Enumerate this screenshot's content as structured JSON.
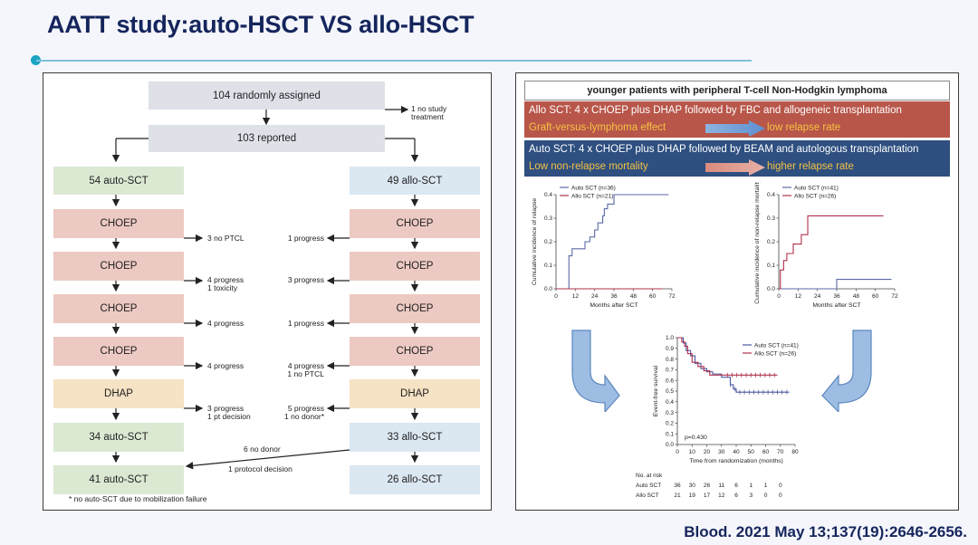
{
  "header": {
    "title": "AATT study:auto-HSCT VS allo-HSCT"
  },
  "citation": "Blood. 2021 May 13;137(19):2646-2656.",
  "flow": {
    "randomized": "104 randomly assigned",
    "no_treatment": [
      "1 no study",
      "treatment"
    ],
    "reported": "103 reported",
    "auto_arm": "54 auto-SCT",
    "allo_arm": "49 allo-SCT",
    "steps": [
      "CHOEP",
      "CHOEP",
      "CHOEP",
      "CHOEP",
      "DHAP"
    ],
    "auto_notes": [
      [
        "3 no PTCL"
      ],
      [
        "4 progress",
        "1 toxicity"
      ],
      [
        "4 progress"
      ],
      [
        "4 progress"
      ],
      [
        "3 progress",
        "1 pt decision"
      ]
    ],
    "allo_notes": [
      [
        "1 progress"
      ],
      [
        "3 progress"
      ],
      [
        "1 progress"
      ],
      [
        "4 progress",
        "1 no PTCL"
      ],
      [
        "5 progress",
        "1 no donor*"
      ]
    ],
    "auto_sct": "34 auto-SCT",
    "allo_sct": "33 allo-SCT",
    "crossover": [
      "6 no donor",
      "1 protocol decision"
    ],
    "auto_final": "41 auto-SCT",
    "allo_final": "26 allo-SCT",
    "footnote": "* no auto-SCT due to mobilization failure"
  },
  "summary": {
    "heading": "younger patients with peripheral T-cell Non-Hodgkin lymphoma",
    "allo_line": "Allo SCT: 4 x CHOEP plus DHAP followed by FBC and allogeneic transplantation",
    "allo_effect": "Graft-versus-lymphoma effect",
    "allo_result": "low relapse rate",
    "auto_line": "Auto SCT: 4 x CHOEP plus DHAP followed by BEAM and autologous transplantation",
    "auto_effect": "Low non-relapse mortality",
    "auto_result": "higher relapse rate",
    "colors": {
      "allo_band": "#b8564a",
      "auto_band": "#2e4f80",
      "highlight": "#f5c242"
    }
  },
  "chart_data": [
    {
      "type": "line",
      "ylabel": "Cumulative incidence of relapse",
      "xlabel": "Months after SCT",
      "xlim": [
        0,
        72
      ],
      "ylim": [
        0,
        0.4
      ],
      "xticks": [
        "0",
        "12",
        "24",
        "36",
        "48",
        "60",
        "72"
      ],
      "yticks": [
        "0.0",
        "0.1",
        "0.2",
        "0.3",
        "0.4"
      ],
      "series": [
        {
          "name": "Auto SCT (n=36)",
          "color": "#5b6aa8",
          "x": [
            0,
            7,
            8,
            10,
            14,
            18,
            21,
            24,
            26,
            29,
            30,
            32,
            36,
            48,
            60,
            70
          ],
          "y": [
            0,
            0,
            0.14,
            0.17,
            0.17,
            0.2,
            0.22,
            0.25,
            0.28,
            0.31,
            0.34,
            0.36,
            0.4,
            0.4,
            0.4,
            0.4
          ]
        },
        {
          "name": "Allo SCT (n=21)",
          "color": "#b0304a",
          "x": [
            0,
            12,
            24,
            36,
            48,
            60,
            66
          ],
          "y": [
            0,
            0,
            0,
            0,
            0,
            0,
            0
          ]
        }
      ]
    },
    {
      "type": "line",
      "ylabel": "Cumulative incidence of non-relapse mortality",
      "xlabel": "Months after SCT",
      "xlim": [
        0,
        72
      ],
      "ylim": [
        0,
        0.4
      ],
      "xticks": [
        "0",
        "12",
        "24",
        "36",
        "48",
        "60",
        "72"
      ],
      "yticks": [
        "0.0",
        "0.1",
        "0.2",
        "0.3",
        "0.4"
      ],
      "series": [
        {
          "name": "Auto SCT (n=41)",
          "color": "#5b6aa8",
          "x": [
            0,
            12,
            24,
            35,
            36,
            48,
            60,
            70
          ],
          "y": [
            0,
            0,
            0,
            0,
            0.04,
            0.04,
            0.04,
            0.04
          ]
        },
        {
          "name": "Allo SCT (n=26)",
          "color": "#b0304a",
          "x": [
            0,
            1,
            3,
            5,
            9,
            14,
            18,
            24,
            36,
            48,
            65
          ],
          "y": [
            0,
            0.08,
            0.12,
            0.15,
            0.19,
            0.23,
            0.31,
            0.31,
            0.31,
            0.31,
            0.31
          ]
        }
      ]
    },
    {
      "type": "line",
      "ylabel": "Event-free survival",
      "xlabel": "Time from randomization (months)",
      "xlim": [
        0,
        80
      ],
      "ylim": [
        0,
        1.0
      ],
      "xticks": [
        "0",
        "10",
        "20",
        "30",
        "40",
        "50",
        "60",
        "70",
        "80"
      ],
      "yticks": [
        "0.0",
        "0.1",
        "0.2",
        "0.3",
        "0.4",
        "0.5",
        "0.6",
        "0.7",
        "0.8",
        "0.9",
        "1.0"
      ],
      "annotation": "p=0.430",
      "series": [
        {
          "name": "Auto SCT (n=41)",
          "color": "#4b5a9e",
          "x": [
            0,
            4,
            6,
            9,
            12,
            16,
            20,
            24,
            30,
            36,
            38,
            40,
            50,
            60,
            76
          ],
          "y": [
            1.0,
            0.95,
            0.88,
            0.83,
            0.76,
            0.71,
            0.68,
            0.66,
            0.63,
            0.56,
            0.52,
            0.49,
            0.49,
            0.49,
            0.49
          ]
        },
        {
          "name": "Allo SCT (n=26)",
          "color": "#b0304a",
          "x": [
            0,
            3,
            5,
            7,
            10,
            14,
            18,
            22,
            26,
            30,
            40,
            50,
            60,
            68
          ],
          "y": [
            1.0,
            0.96,
            0.92,
            0.85,
            0.77,
            0.73,
            0.69,
            0.65,
            0.65,
            0.65,
            0.65,
            0.65,
            0.65,
            0.65
          ]
        }
      ],
      "risk_table": {
        "heading": "No. at risk",
        "rows": [
          {
            "label": "Auto SCT",
            "values": [
              "36",
              "30",
              "26",
              "11",
              "6",
              "1",
              "1",
              "0"
            ]
          },
          {
            "label": "Allo SCT",
            "values": [
              "21",
              "19",
              "17",
              "12",
              "6",
              "3",
              "0",
              "0"
            ]
          }
        ]
      }
    }
  ]
}
